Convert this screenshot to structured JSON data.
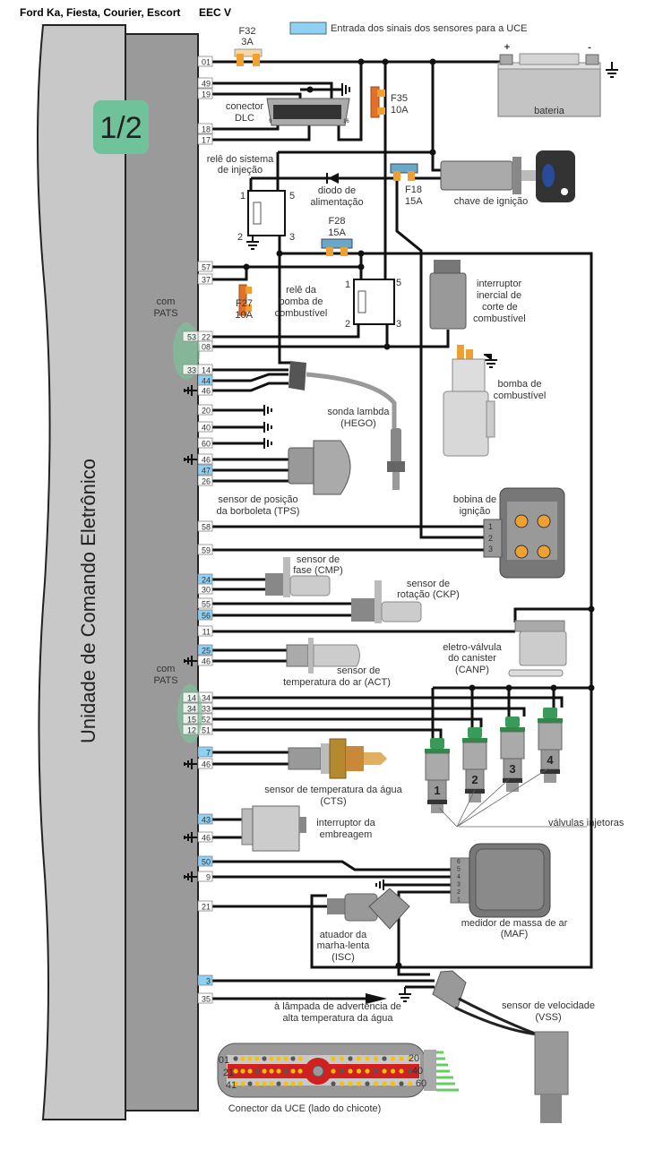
{
  "header": {
    "title": "Ford Ka, Fiesta, Courier, Escort",
    "system": "EEC V"
  },
  "legend": {
    "label": "Entrada dos sinais dos sensores para a UCE",
    "color": "#8fd0f5"
  },
  "ecu": {
    "page": "1/2",
    "name": "Unidade de Comando Eletrônico",
    "page_badge_color": "#6fc29a"
  },
  "pins": [
    {
      "n": "01"
    },
    {
      "n": "49"
    },
    {
      "n": "19"
    },
    {
      "n": "18"
    },
    {
      "n": "17"
    },
    {
      "n": "57"
    },
    {
      "n": "37"
    },
    {
      "n": "22"
    },
    {
      "n": "08"
    },
    {
      "n": "14"
    },
    {
      "n": "44",
      "input": true
    },
    {
      "n": "46"
    },
    {
      "n": "20"
    },
    {
      "n": "40"
    },
    {
      "n": "60"
    },
    {
      "n": "46"
    },
    {
      "n": "47",
      "input": true
    },
    {
      "n": "26"
    },
    {
      "n": "58"
    },
    {
      "n": "59"
    },
    {
      "n": "24",
      "input": true
    },
    {
      "n": "30"
    },
    {
      "n": "55"
    },
    {
      "n": "56",
      "input": true
    },
    {
      "n": "11"
    },
    {
      "n": "25",
      "input": true
    },
    {
      "n": "46"
    },
    {
      "n": "34"
    },
    {
      "n": "33"
    },
    {
      "n": "52"
    },
    {
      "n": "51"
    },
    {
      "n": "7",
      "input": true
    },
    {
      "n": "46"
    },
    {
      "n": "43",
      "input": true
    },
    {
      "n": "46"
    },
    {
      "n": "50",
      "input": true
    },
    {
      "n": "9"
    },
    {
      "n": "21"
    },
    {
      "n": "3",
      "input": true
    },
    {
      "n": "35"
    }
  ],
  "pats": {
    "label_1": "com",
    "label_2": "PATS",
    "group1": [
      "53",
      "33"
    ],
    "group2": [
      "14",
      "34",
      "15",
      "12"
    ]
  },
  "fuses": {
    "f32": {
      "name": "F32",
      "rating": "3A"
    },
    "f35": {
      "name": "F35",
      "rating": "10A"
    },
    "f18": {
      "name": "F18",
      "rating": "15A"
    },
    "f28": {
      "name": "F28",
      "rating": "15A"
    },
    "f27": {
      "name": "F27",
      "rating": "10A"
    }
  },
  "battery": {
    "label": "bateria",
    "plus": "+",
    "minus": "-"
  },
  "dlc": {
    "line1": "conector",
    "line2": "DLC",
    "pin_first": "9",
    "pin_last": "16"
  },
  "injection_relay": {
    "line1": "relê do sistema",
    "line2": "de injeção",
    "pins": [
      "1",
      "5",
      "2",
      "3"
    ]
  },
  "diode": {
    "line1": "diodo de",
    "line2": "alimentação"
  },
  "ignition_switch": {
    "label": "chave de ignição"
  },
  "pump_relay": {
    "line1": "relê da",
    "line2": "bomba de",
    "line3": "combustível",
    "pins": [
      "1",
      "5",
      "2",
      "3"
    ]
  },
  "inertia_switch": {
    "line1": "interruptor",
    "line2": "inercial de",
    "line3": "corte de",
    "line4": "combustível"
  },
  "fuel_pump": {
    "line1": "bomba de",
    "line2": "combustível"
  },
  "hego": {
    "line1": "sonda lambda",
    "line2": "(HEGO)"
  },
  "tps": {
    "line1": "sensor de posição",
    "line2": "da borboleta (TPS)"
  },
  "coil": {
    "line1": "bobina de",
    "line2": "ignição",
    "pins": [
      "1",
      "2",
      "3"
    ]
  },
  "cmp": {
    "line1": "sensor de",
    "line2": "fase (CMP)"
  },
  "ckp": {
    "line1": "sensor de",
    "line2": "rotação (CKP)"
  },
  "canp": {
    "line1": "eletro-válvula",
    "line2": "do canister",
    "line3": "(CANP)"
  },
  "act": {
    "line1": "sensor de",
    "line2": "temperatura do ar (ACT)"
  },
  "injectors": {
    "label": "válvulas injetoras",
    "numbers": [
      "1",
      "2",
      "3",
      "4"
    ]
  },
  "cts": {
    "line1": "sensor de temperatura da água",
    "line2": "(CTS)"
  },
  "clutch": {
    "line1": "interruptor da",
    "line2": "embreagem"
  },
  "maf": {
    "line1": "medidor de massa de ar",
    "line2": "(MAF)",
    "pins": [
      "6",
      "5",
      "4",
      "3",
      "2",
      "1"
    ]
  },
  "isc": {
    "line1": "atuador da",
    "line2": "marha-lenta",
    "line3": "(ISC)"
  },
  "lamp": {
    "line1": "à lâmpada de advertência de",
    "line2": "alta temperatura da água"
  },
  "vss": {
    "line1": "sensor de velocidade",
    "line2": "(VSS)"
  },
  "ecu_connector": {
    "label": "Conector da UCE (lado do chicote)",
    "corners": [
      "01",
      "21",
      "41",
      "20",
      "40",
      "60"
    ]
  }
}
